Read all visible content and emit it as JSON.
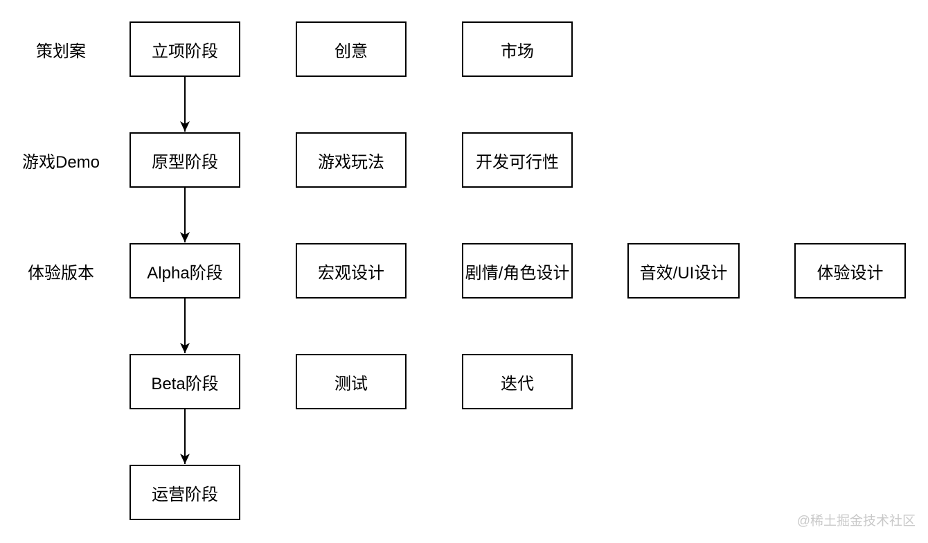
{
  "rows": [
    {
      "label": "策划案",
      "boxes": [
        "立项阶段",
        "创意",
        "市场"
      ]
    },
    {
      "label": "游戏Demo",
      "boxes": [
        "原型阶段",
        "游戏玩法",
        "开发可行性"
      ]
    },
    {
      "label": "体验版本",
      "boxes": [
        "Alpha阶段",
        "宏观设计",
        "剧情/角色设计",
        "音效/UI设计",
        "体验设计"
      ]
    },
    {
      "label": "",
      "boxes": [
        "Beta阶段",
        "测试",
        "迭代"
      ]
    },
    {
      "label": "",
      "boxes": [
        "运营阶段"
      ]
    }
  ],
  "arrows": [
    {
      "from": "立项阶段",
      "to": "原型阶段"
    },
    {
      "from": "原型阶段",
      "to": "Alpha阶段"
    },
    {
      "from": "Alpha阶段",
      "to": "Beta阶段"
    },
    {
      "from": "Beta阶段",
      "to": "运营阶段"
    }
  ],
  "watermark": "@稀土掘金技术社区",
  "colors": {
    "node_border": "#000000",
    "node_text": "#000000",
    "background": "#ffffff",
    "watermark": "#c9c9c9"
  }
}
